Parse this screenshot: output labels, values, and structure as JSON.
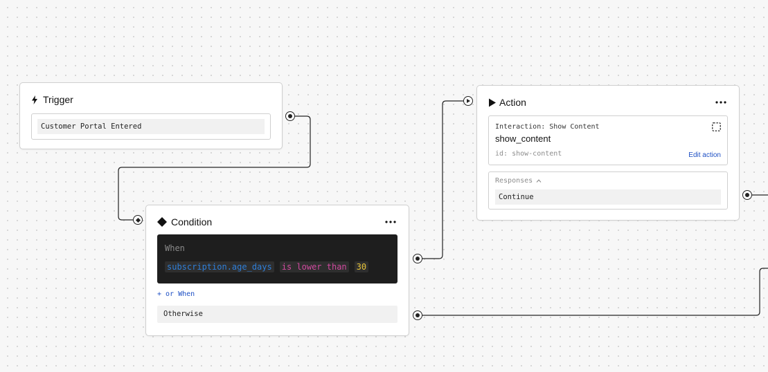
{
  "trigger": {
    "title": "Trigger",
    "icon": "bolt-icon",
    "event": "Customer Portal Entered"
  },
  "condition": {
    "title": "Condition",
    "icon": "diamond-icon",
    "when_label": "When",
    "field": "subscription.age_days",
    "operator": "is lower than",
    "value": "30",
    "or_when": "+ or When",
    "otherwise": "Otherwise"
  },
  "action": {
    "title": "Action",
    "icon": "play-icon",
    "interaction_type": "Interaction: Show Content",
    "interaction_name": "show_content",
    "interaction_id": "id: show-content",
    "edit_label": "Edit action",
    "responses_label": "Responses",
    "responses": [
      "Continue"
    ]
  },
  "colors": {
    "canvas": "#f7f7f7",
    "link": "#1d4fc4",
    "code_bg": "#1e1e1e",
    "field": "#2f7fd9",
    "operator": "#d24aa0",
    "value": "#e8c53a"
  }
}
